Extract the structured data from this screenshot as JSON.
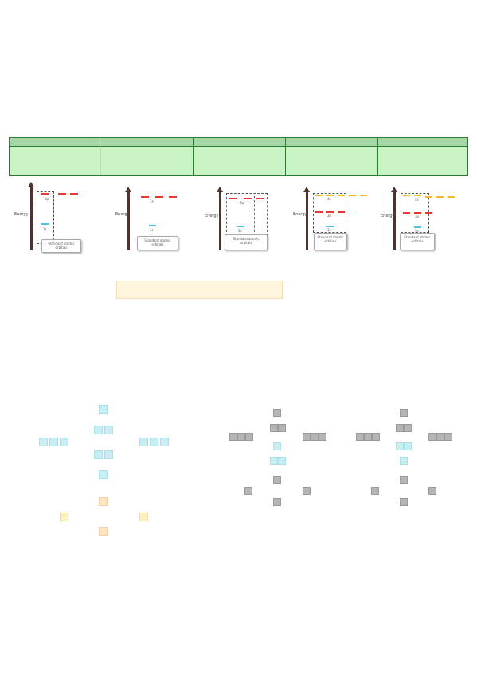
{
  "energy_axis_label": "Energy",
  "diagrams": [
    {
      "orbital_top": "2p",
      "orbital_bottom": "2s",
      "caption": "Standard atomic orbitals"
    },
    {
      "orbital_top": "2p",
      "orbital_bottom": "2s",
      "caption": "Standard atomic orbitals"
    },
    {
      "orbital_top": "2p",
      "orbital_bottom": "2s",
      "caption": "Standard atomic orbitals"
    },
    {
      "orbital_top": "4s",
      "orbital_mid": "3p",
      "orbital_bottom": "3s",
      "caption": "Standard atomic orbitals"
    },
    {
      "orbital_top": "4s",
      "orbital_mid": "3p",
      "orbital_bottom": "3s",
      "caption": "Standard atomic orbitals"
    }
  ],
  "colors": {
    "table_header": "#a5d6a7",
    "table_body": "#c8f3c2",
    "table_border": "#2e7d32",
    "level_red": "#e53935",
    "level_cyan": "#4dc3e0",
    "level_gold": "#f7b733",
    "tile_cyan": "#c6eef3",
    "tile_orange": "#ffe4c4",
    "tile_gray": "#b5b5b5",
    "note_strip": "#fff6dd"
  }
}
